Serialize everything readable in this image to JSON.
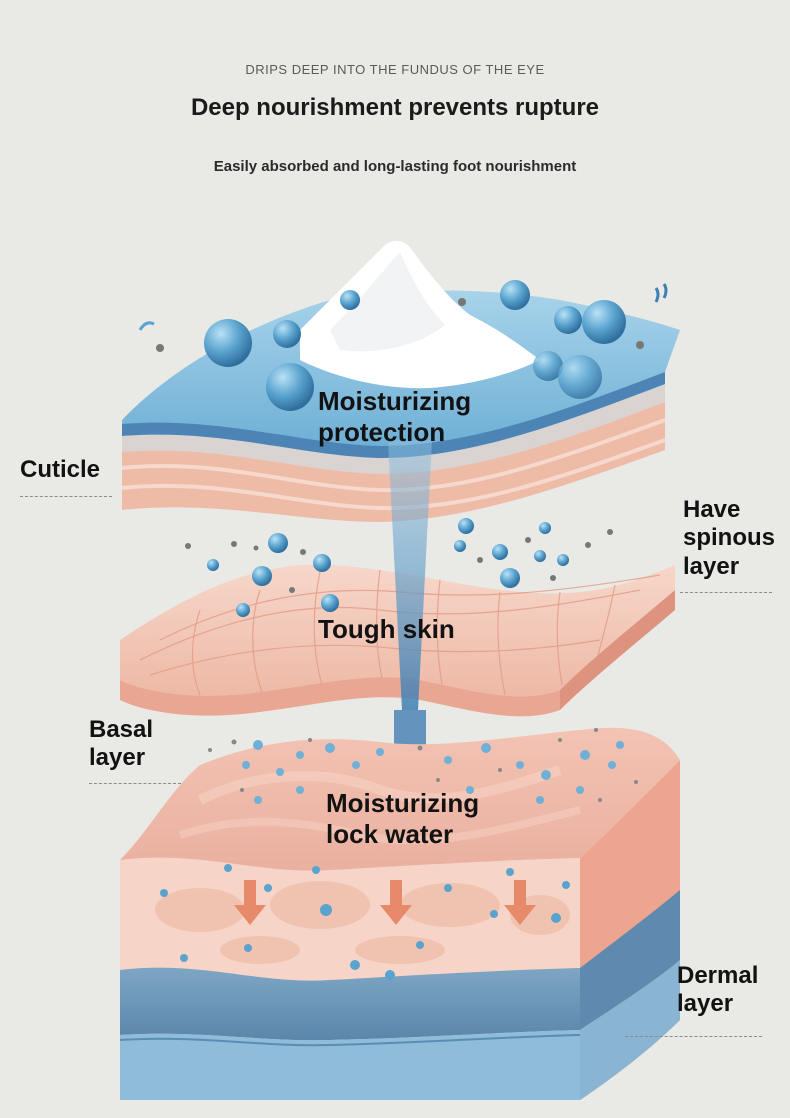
{
  "header": {
    "eyebrow": "DRIPS DEEP INTO THE FUNDUS OF THE EYE",
    "title": "Deep nourishment prevents rupture",
    "subtitle": "Easily absorbed and long-lasting foot nourishment"
  },
  "labels": {
    "cuticle": "Cuticle",
    "spinous_1": "Have",
    "spinous_2": "spinous",
    "spinous_3": "layer",
    "basal_1": "Basal",
    "basal_2": "layer",
    "dermal_1": "Dermal",
    "dermal_2": "layer"
  },
  "callouts": {
    "protection_1": "Moisturizing",
    "protection_2": "protection",
    "tough": "Tough skin",
    "lock_1": "Moisturizing",
    "lock_2": "lock water"
  },
  "colors": {
    "background": "#e9eae6",
    "skin_pink": "#f3c9b8",
    "skin_deep": "#e9a793",
    "water_blue": "#5aa3cf",
    "deep_blue": "#3f7fb3",
    "arrow_orange": "#e78a6a"
  }
}
